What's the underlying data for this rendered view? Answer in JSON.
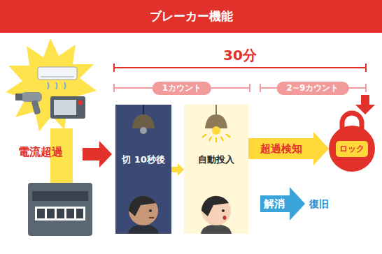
{
  "diagram": {
    "title": "ブレーカー機能",
    "nodes": [
      {
        "text": [
          "切 10秒後"
        ]
      },
      {
        "text": [
          "自動投入"
        ]
      },
      {
        "text": [
          "ロック"
        ]
      }
    ],
    "edges": [
      {
        "from": 0,
        "to": 1,
        "arrow": "to"
      },
      {
        "from": 1,
        "to": 2,
        "label": "超過検知",
        "arrow": "to"
      }
    ],
    "labels": [
      "30分",
      "1カウント",
      "2~9カウント",
      "電流超過",
      "解消",
      "復旧"
    ]
  }
}
